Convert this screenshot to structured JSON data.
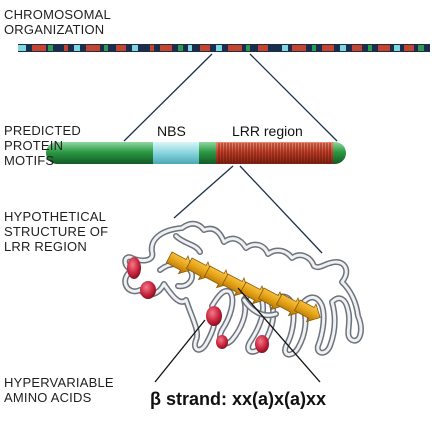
{
  "labels": {
    "chromosomal": "CHROMOSOMAL\nORGANIZATION",
    "predicted": "PREDICTED\nPROTEIN\nMOTIFS",
    "hypothetical": "HYPOTHETICAL\nSTRUCTURE OF\nLRR REGION",
    "hypervariable": "HYPERVARIABLE\nAMINO ACIDS"
  },
  "motifs": {
    "nbs": "NBS",
    "lrr": "LRR region"
  },
  "beta_strand": "β strand: xx(a)x(a)xx",
  "colors": {
    "chromosome_dark": "#1a2d4a",
    "chromosome_cyan": "#7fd8e0",
    "chromosome_green": "#2f9a4e",
    "chromosome_red": "#c8432c",
    "protein_green": "#2c9a45",
    "nbs_cyan": "#8fd9e0",
    "lrr_red": "#c8432c",
    "helix_red": "#c8243c",
    "strand_gold": "#e6a418",
    "coil_gray": "#d8dce0"
  }
}
